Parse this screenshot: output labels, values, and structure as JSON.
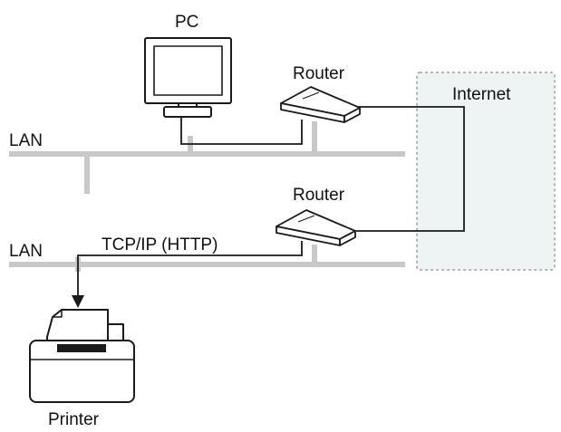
{
  "labels": {
    "pc": "PC",
    "router_top": "Router",
    "router_bottom": "Router",
    "internet": "Internet",
    "lan_top": "LAN",
    "lan_bottom": "LAN",
    "protocol": "TCP/IP (HTTP)",
    "printer": "Printer"
  },
  "colors": {
    "lan_line": "#c8c8c8",
    "internet_fill": "#eef3f3",
    "internet_border": "#a0a0a0",
    "wire": "#1a1a1a"
  }
}
